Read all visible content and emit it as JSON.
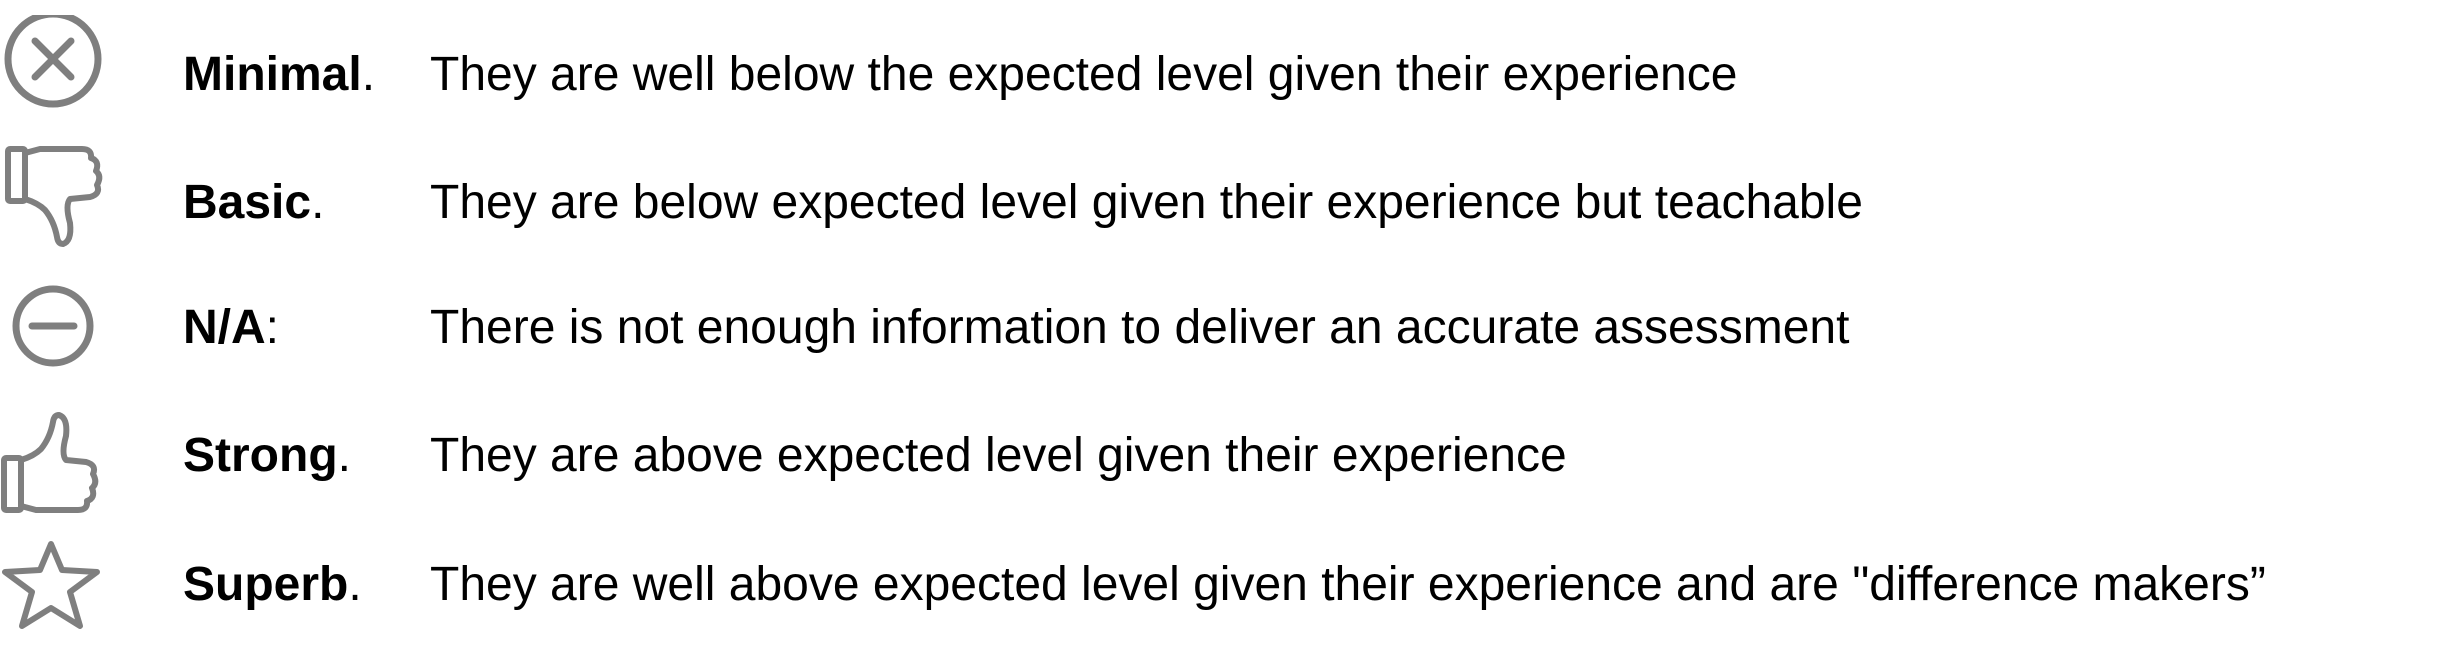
{
  "ratings": [
    {
      "icon": "x-circle-icon",
      "label": "Minimal",
      "punct": ".",
      "description": "They are well below the expected level given their experience"
    },
    {
      "icon": "thumbs-down-icon",
      "label": "Basic",
      "punct": ".",
      "description": "They are below expected level given their experience but teachable"
    },
    {
      "icon": "minus-circle-icon",
      "label": "N/A",
      "punct": ":",
      "description": "There is not enough information to deliver an accurate assessment"
    },
    {
      "icon": "thumbs-up-icon",
      "label": "Strong",
      "punct": ".",
      "description": "They are above expected level given their experience"
    },
    {
      "icon": "star-outline-icon",
      "label": "Superb",
      "punct": ".",
      "description": "They are well above expected level given their experience and are \"difference makers”"
    }
  ],
  "colors": {
    "icon_stroke": "#7f7f7f",
    "text": "#000000",
    "background": "#ffffff"
  }
}
